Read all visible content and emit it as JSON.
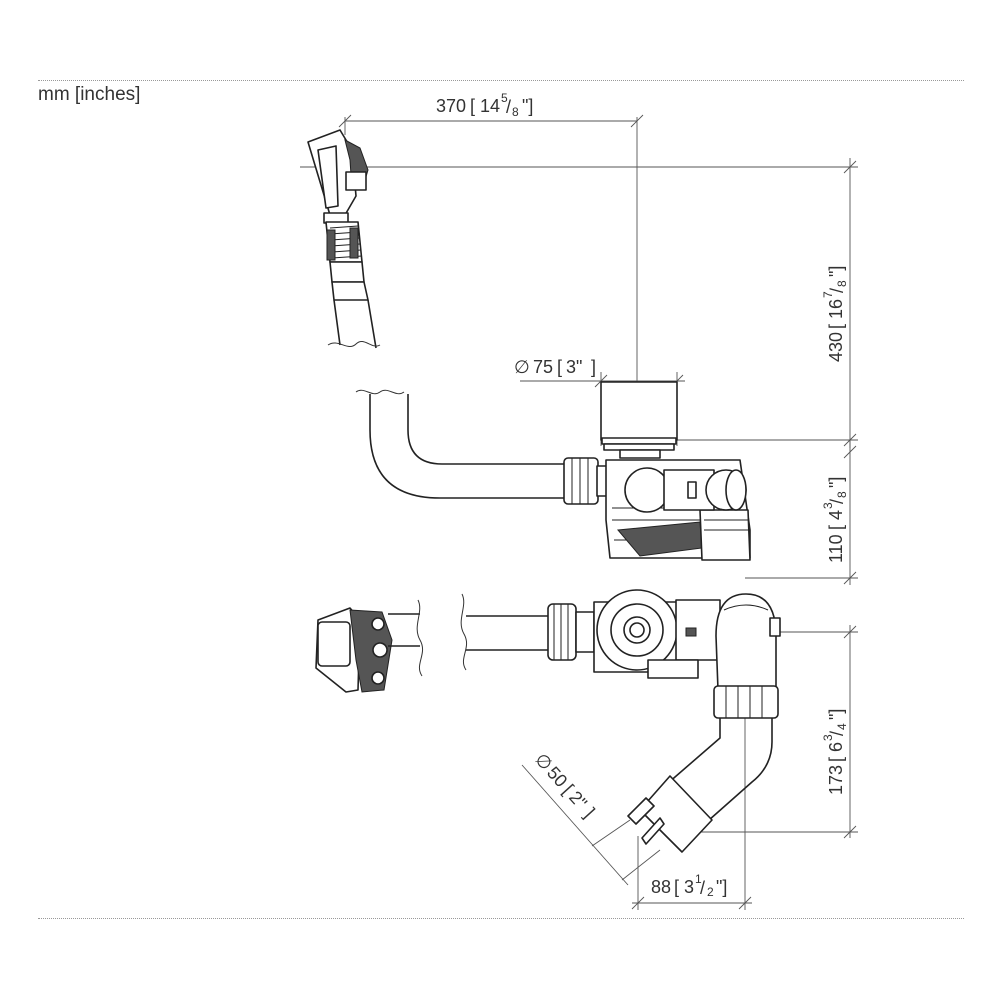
{
  "units_label": "mm [inches]",
  "dimensions": {
    "width_top": {
      "mm": "370",
      "inch_whole": "14",
      "inch_num": "5",
      "inch_den": "8"
    },
    "height_total": {
      "mm": "430",
      "inch_whole": "16",
      "inch_num": "7",
      "inch_den": "8"
    },
    "overflow_dia": {
      "prefix": "∅",
      "mm": "75",
      "inch": "3\""
    },
    "drain_height": {
      "mm": "110",
      "inch_whole": "4",
      "inch_num": "3",
      "inch_den": "8"
    },
    "outlet_height": {
      "mm": "173",
      "inch_whole": "6",
      "inch_num": "3",
      "inch_den": "4"
    },
    "outlet_dia": {
      "prefix": "∅",
      "mm": "50",
      "inch": "2\""
    },
    "outlet_offset": {
      "mm": "88",
      "inch_whole": "3",
      "inch_num": "1",
      "inch_den": "2"
    }
  }
}
